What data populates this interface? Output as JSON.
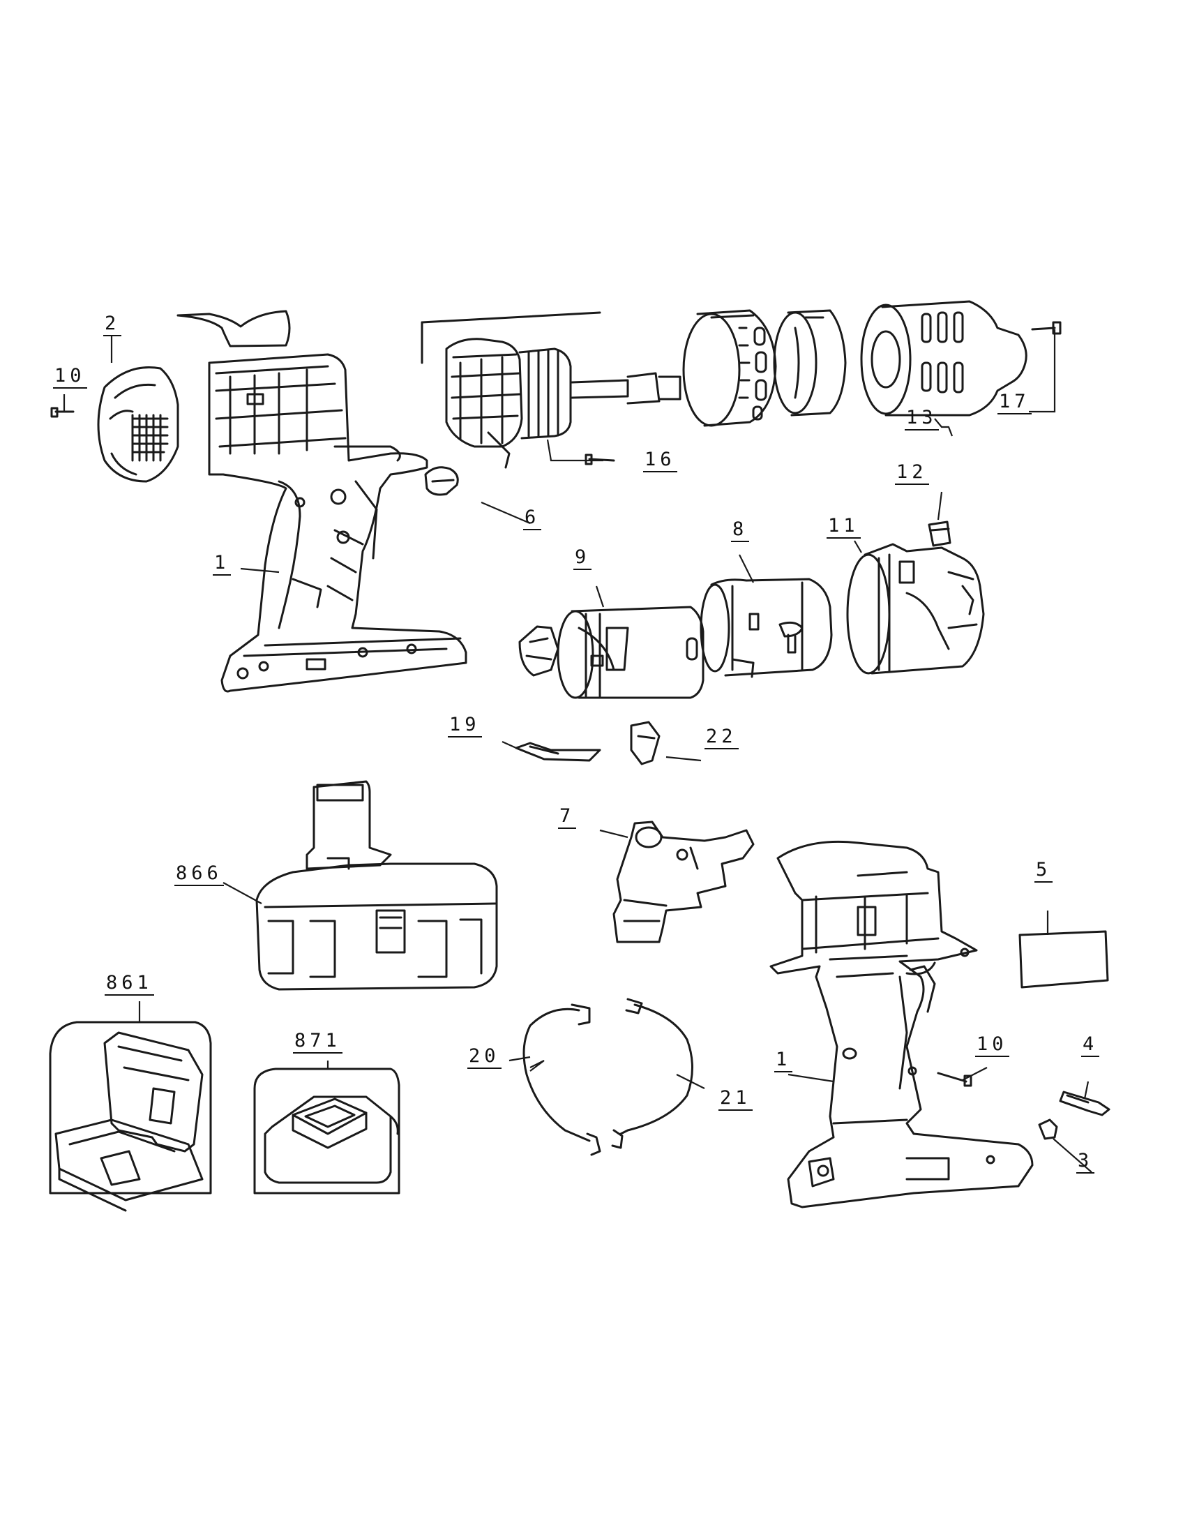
{
  "callouts": {
    "c1a": "1",
    "c1b": "1",
    "c2": "2",
    "c3": "3",
    "c4": "4",
    "c5": "5",
    "c6": "6",
    "c7": "7",
    "c8": "8",
    "c9": "9",
    "c10a": "10",
    "c10b": "10",
    "c11": "11",
    "c12": "12",
    "c13": "13",
    "c16": "16",
    "c17": "17",
    "c19": "19",
    "c20": "20",
    "c21": "21",
    "c22": "22",
    "c861": "861",
    "c866": "866",
    "c871": "871"
  }
}
